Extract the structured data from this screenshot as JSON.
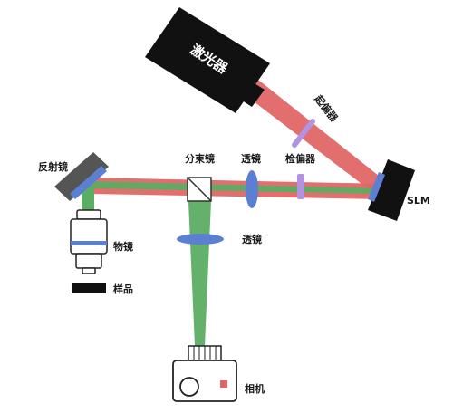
{
  "labels": {
    "laser": "激光器",
    "polarizer": "起偏器",
    "slm": "SLM",
    "analyzer": "检偏器",
    "lens1": "透镜",
    "beamsplitter": "分束镜",
    "mirror": "反射镜",
    "objective": "物镜",
    "sample": "样品",
    "lens2": "透镜",
    "camera": "相机"
  },
  "colors": {
    "red_beam": "#e06666",
    "green_beam": "#5bad63",
    "lens": "#5b7fd1",
    "polarizer_element": "#b193df",
    "black": "#111111"
  }
}
